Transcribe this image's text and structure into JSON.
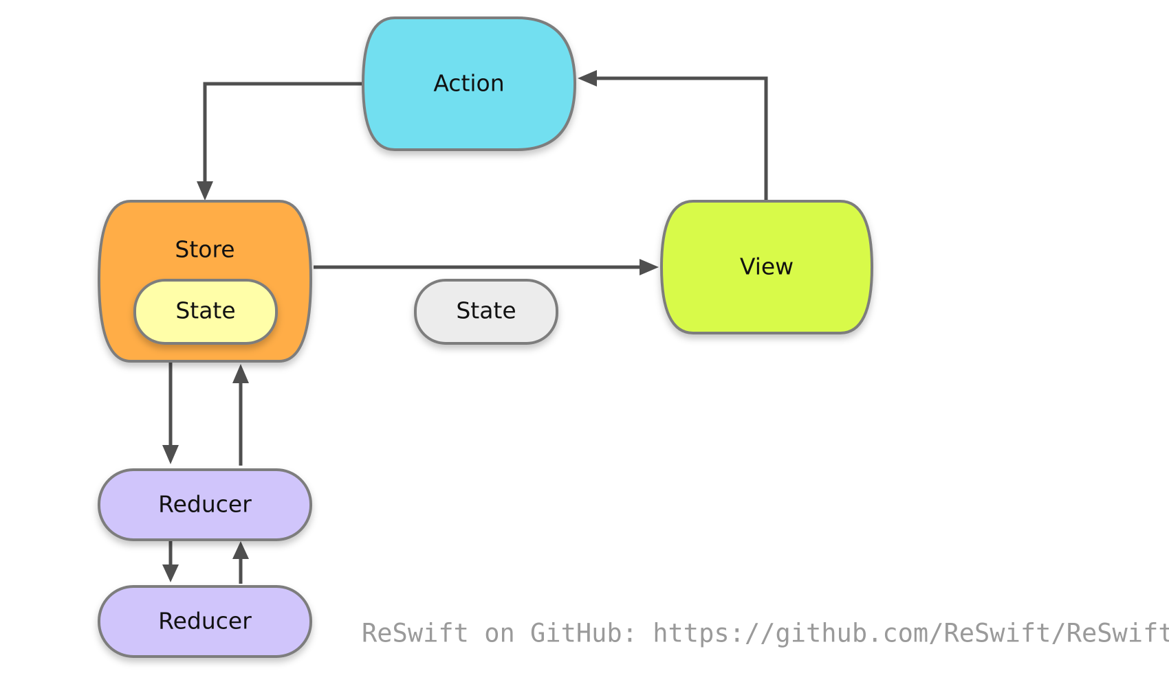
{
  "nodes": {
    "action": {
      "label": "Action",
      "color": "#72DFF0"
    },
    "store": {
      "label": "Store",
      "color": "#FFAD47"
    },
    "store_state": {
      "label": "State",
      "color": "#FFFEA8"
    },
    "view": {
      "label": "View",
      "color": "#D8FA4A"
    },
    "state_payload": {
      "label": "State",
      "color": "#ECECEC"
    },
    "reducer_1": {
      "label": "Reducer",
      "color": "#D0C5FB"
    },
    "reducer_2": {
      "label": "Reducer",
      "color": "#D0C5FB"
    }
  },
  "colors": {
    "border": "#7D7D7D",
    "arrow": "#4F4F4F",
    "shadow": "#BDBDBD"
  },
  "footer": {
    "text": "ReSwift on GitHub: https://github.com/ReSwift/ReSwift",
    "color": "#9A9A9A"
  }
}
